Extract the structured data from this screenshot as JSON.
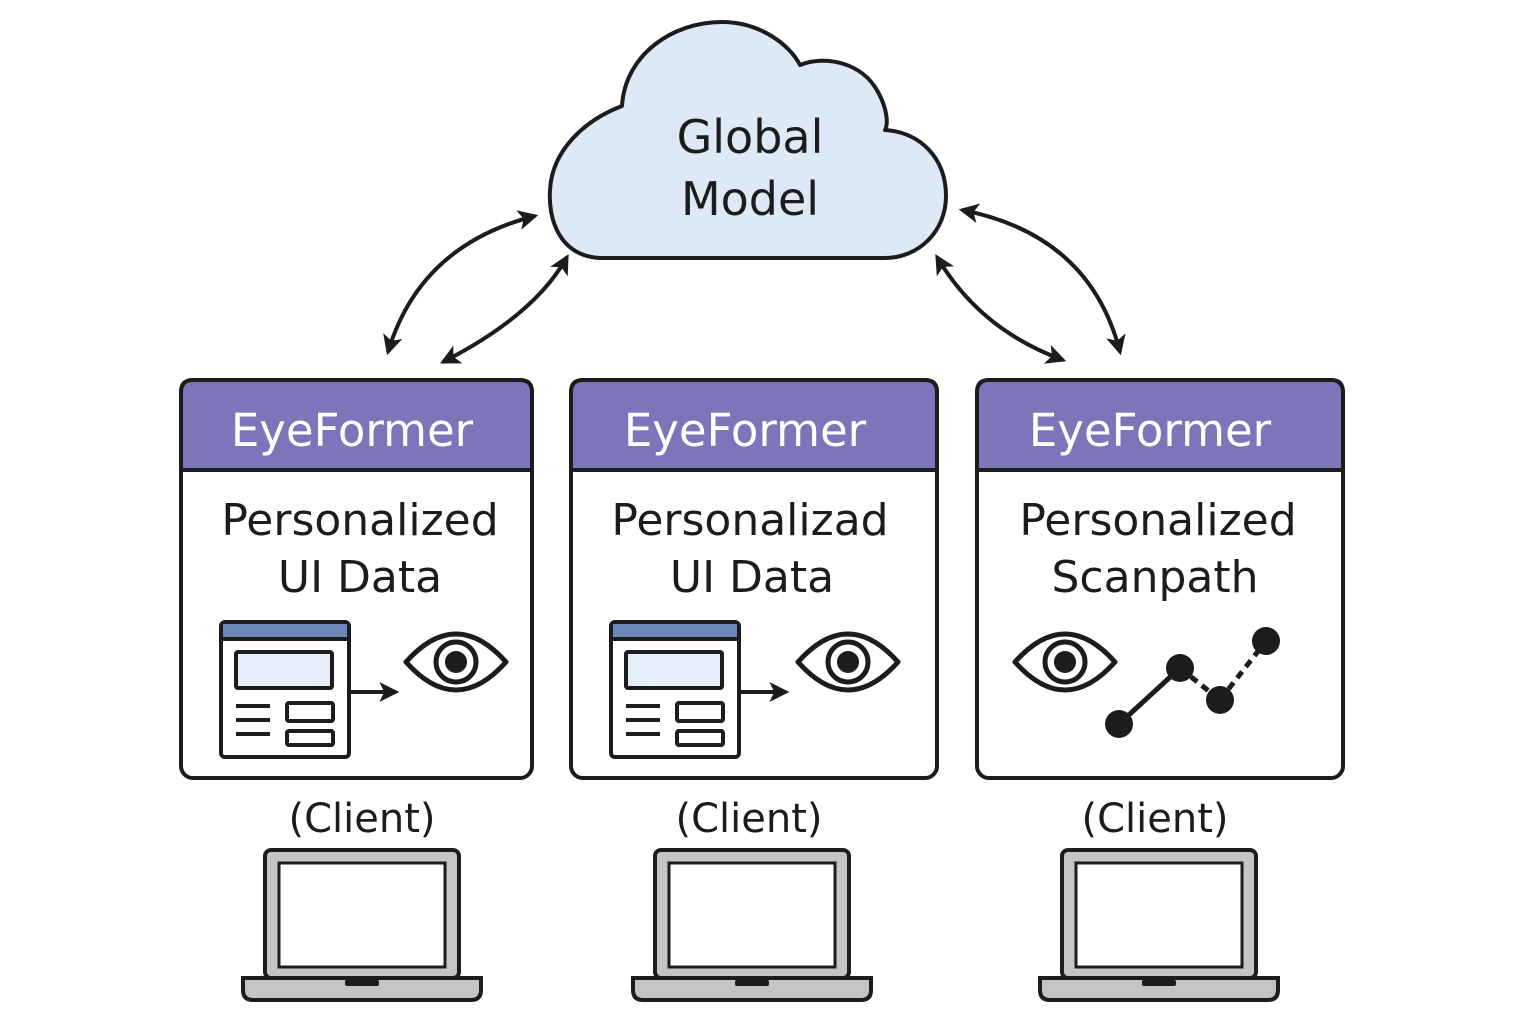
{
  "cloud": {
    "line1": "Global",
    "line2": "Model"
  },
  "clients": [
    {
      "header": "EyeFormer",
      "title_line1": "Personalized",
      "title_line2": "UI Data",
      "label": "(Client)",
      "illustration": "ui-to-eye"
    },
    {
      "header": "EyeFormer",
      "title_line1": "Personalizad",
      "title_line2": "UI Data",
      "label": "(Client)",
      "illustration": "ui-to-eye"
    },
    {
      "header": "EyeFormer",
      "title_line1": "Personalized",
      "title_line2": "Scanpath",
      "label": "(Client)",
      "illustration": "eye-scanpath"
    }
  ],
  "colors": {
    "header_purple": "#7b76b9",
    "cloud_fill": "#dde9f7",
    "ui_window_fill": "#e3eef8",
    "ui_titlebar": "#6b87b8",
    "laptop_gray": "#c4c4c4",
    "stroke": "#1c1c1c"
  }
}
